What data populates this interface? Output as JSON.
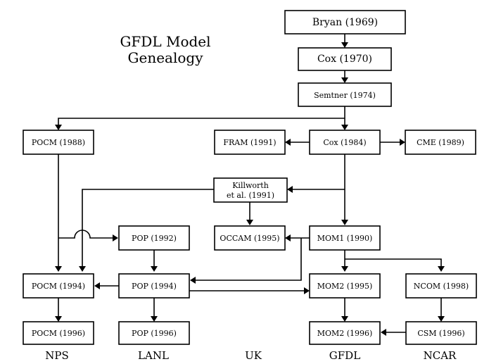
{
  "title_lines": [
    "GFDL Model",
    "Genealogy"
  ],
  "nodes": {
    "bryan_1969": "Bryan (1969)",
    "cox_1970": "Cox (1970)",
    "semtner_1974": "Semtner (1974)",
    "pocm_1988": "POCM (1988)",
    "fram_1991": "FRAM (1991)",
    "cox_1984": "Cox (1984)",
    "cme_1989": "CME (1989)",
    "killworth_1991_line1": "Killworth",
    "killworth_1991_line2": "et al.  (1991)",
    "pop_1992": "POP (1992)",
    "occam_1995": "OCCAM (1995)",
    "mom1_1990": "MOM1 (1990)",
    "pocm_1994": "POCM (1994)",
    "pop_1994": "POP (1994)",
    "mom2_1995": "MOM2 (1995)",
    "ncom_1998": "NCOM (1998)",
    "pocm_1996": "POCM (1996)",
    "pop_1996": "POP (1996)",
    "mom2_1996": "MOM2 (1996)",
    "csm_1996": "CSM (1996)"
  },
  "groups": [
    "NPS",
    "LANL",
    "UK",
    "GFDL",
    "NCAR"
  ]
}
